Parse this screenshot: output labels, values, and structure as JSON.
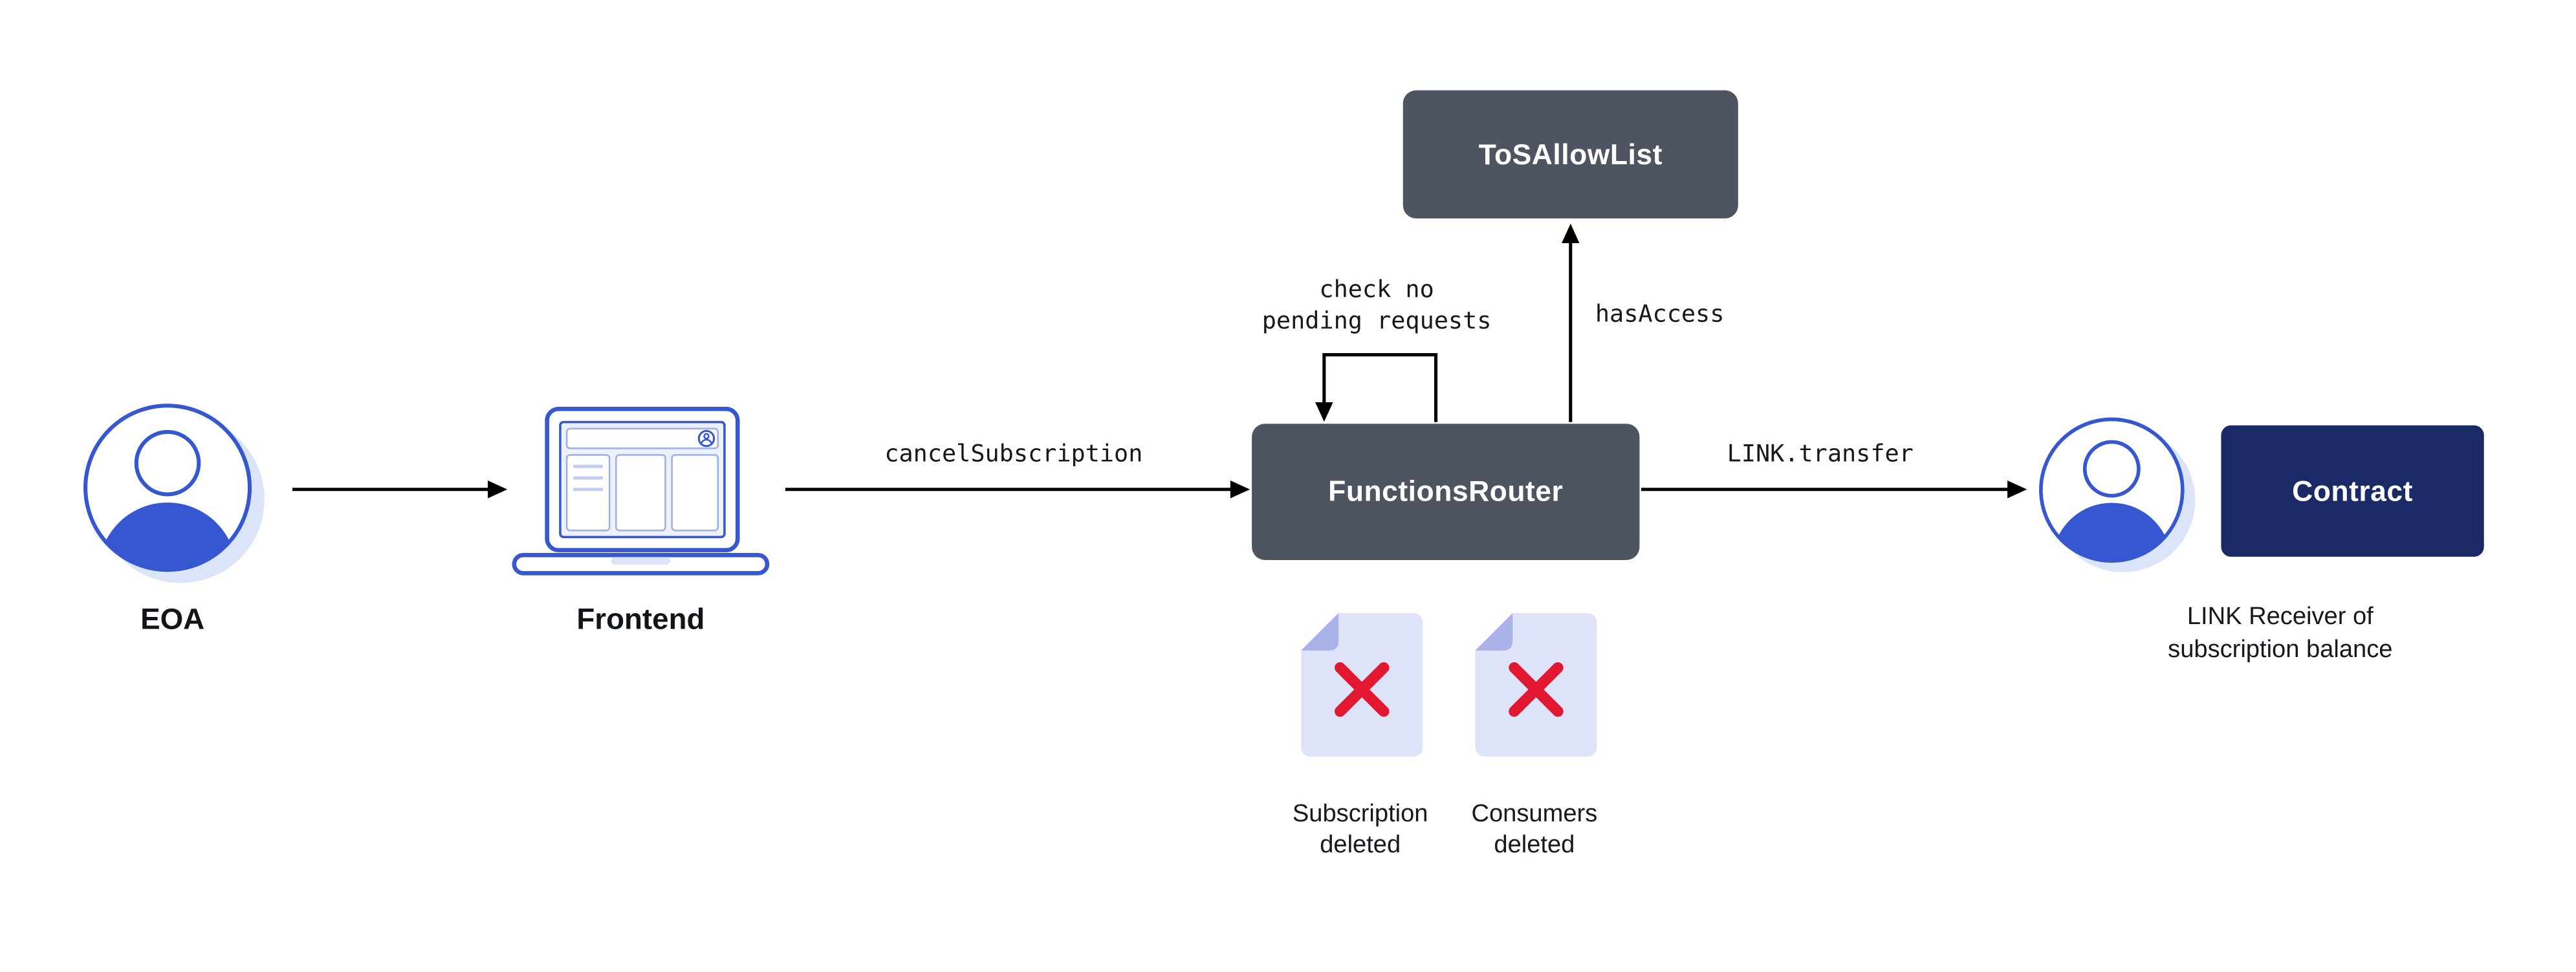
{
  "colors": {
    "box_gray": "#4e5560",
    "box_navy": "#1a2a66",
    "blue": "#3557d0",
    "light_blue": "#dce4fa",
    "panel_blue": "#edf1fd",
    "panel_stroke": "#9db0ea",
    "doc_fill": "#dee3f8",
    "doc_fold": "#a9b3ea",
    "red": "#e1182f",
    "arrow": "#000000"
  },
  "nodes": {
    "eoa": {
      "label": "EOA"
    },
    "frontend": {
      "label": "Frontend"
    },
    "functions_router": {
      "label": "FunctionsRouter"
    },
    "tos_allow_list": {
      "label": "ToSAllowList"
    },
    "contract": {
      "label": "Contract"
    },
    "link_receiver": {
      "caption": "LINK Receiver of\nsubscription balance"
    }
  },
  "edges": {
    "cancel_subscription": {
      "label": "cancelSubscription"
    },
    "check_pending": {
      "label": "check no\npending requests"
    },
    "has_access": {
      "label": "hasAccess"
    },
    "link_transfer": {
      "label": "LINK.transfer"
    }
  },
  "documents": [
    {
      "label": "Subscription\ndeleted"
    },
    {
      "label": "Consumers\ndeleted"
    }
  ]
}
